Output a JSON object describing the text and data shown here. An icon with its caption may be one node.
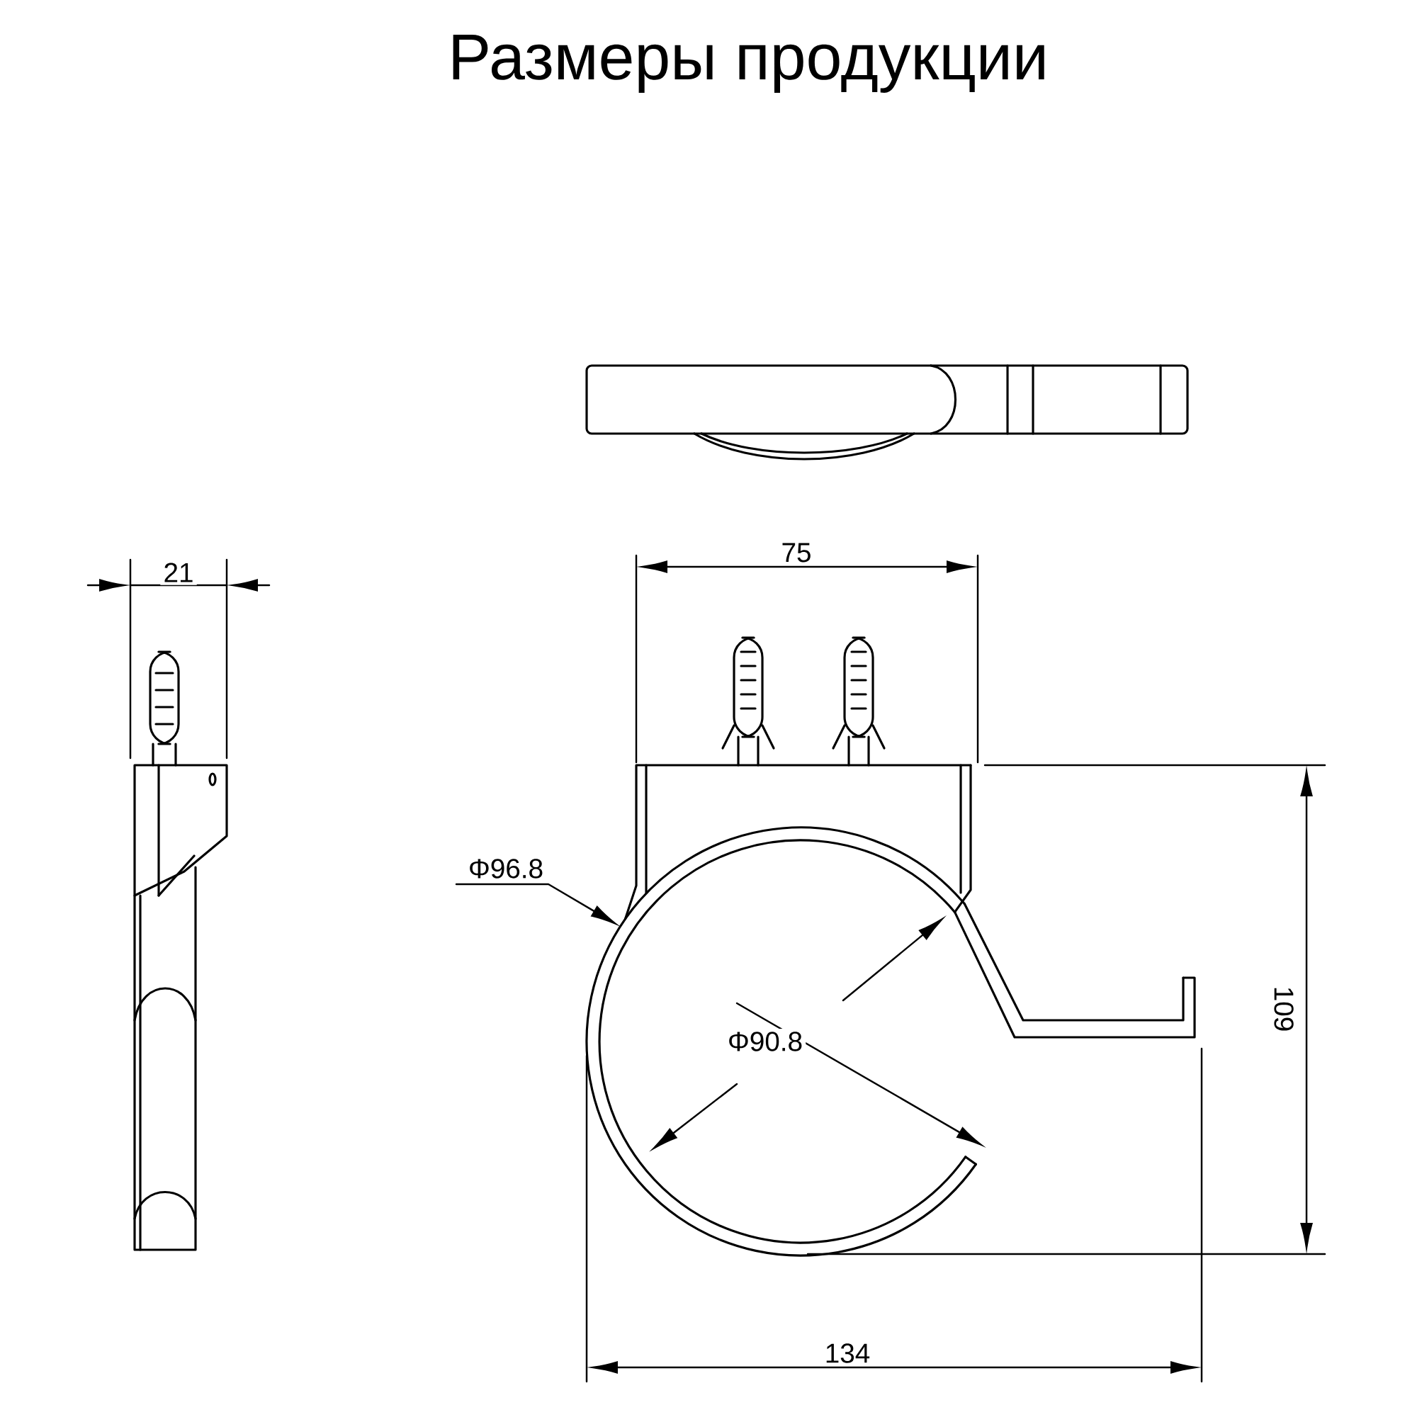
{
  "diagram": {
    "title": "Размеры продукции",
    "labels": [
      "75",
      "21",
      "Φ96.8",
      "Φ90.8",
      "109",
      "134"
    ]
  }
}
